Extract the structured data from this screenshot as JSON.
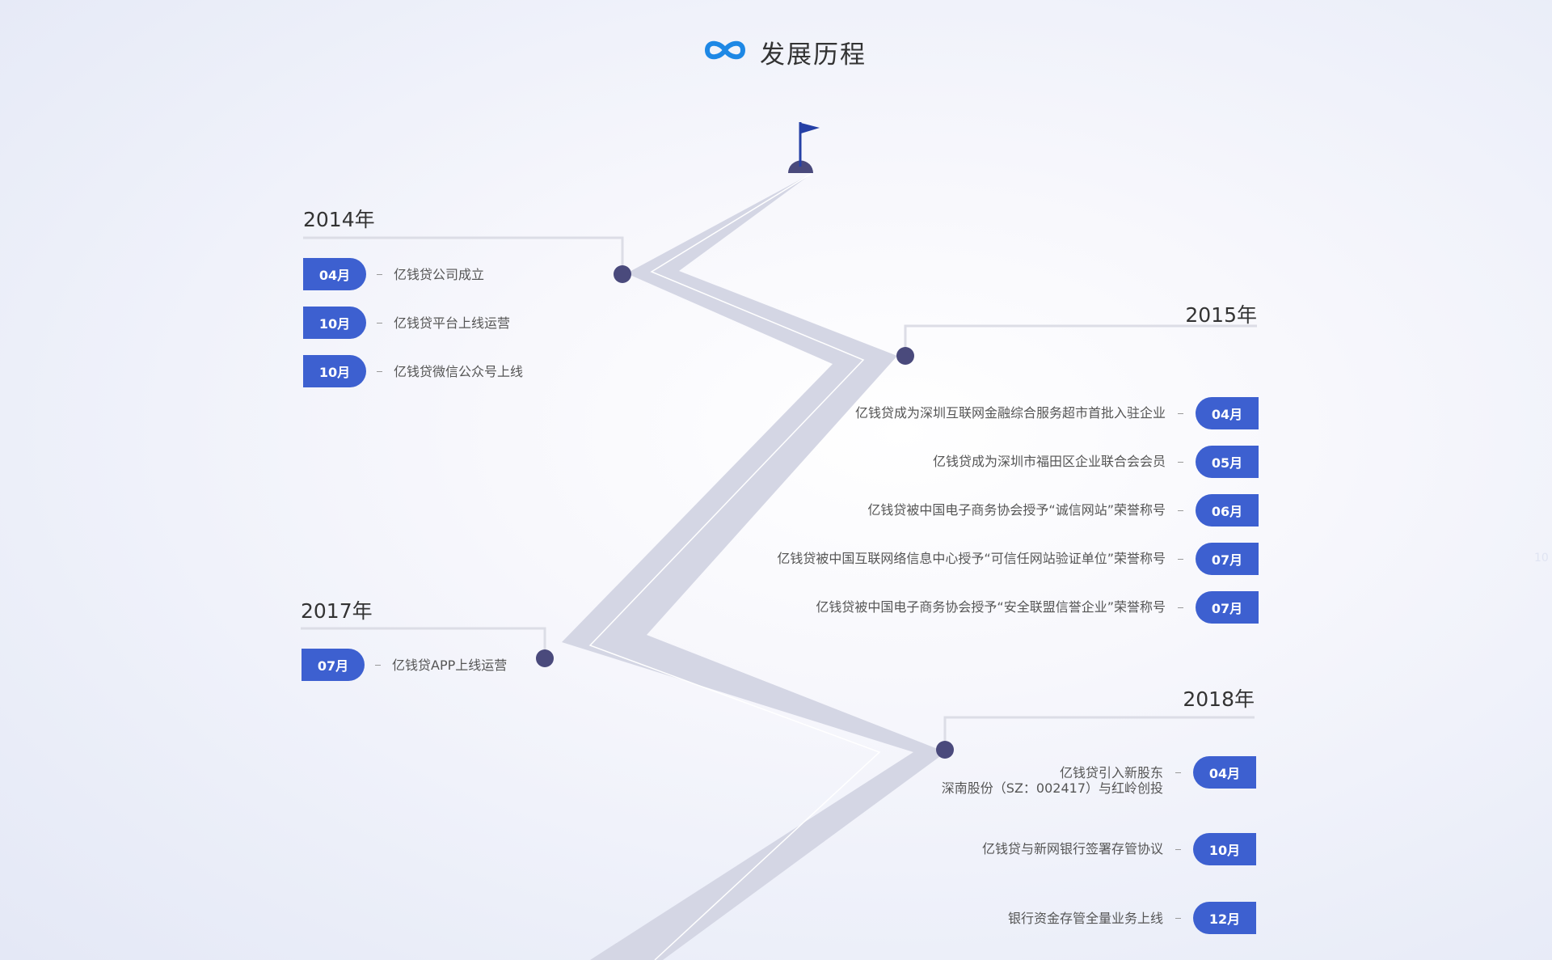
{
  "header": {
    "title": "发展历程",
    "logo_icon": "infinity-logo-icon",
    "accent_color": "#1e88e5"
  },
  "colors": {
    "badge": "#3d60d0",
    "road": "#d4d6e4",
    "node": "#4a4a7c",
    "flag": "#2540a6"
  },
  "timeline": [
    {
      "year": "2014年",
      "events": [
        {
          "month": "04月",
          "text": "亿钱贷公司成立"
        },
        {
          "month": "10月",
          "text": "亿钱贷平台上线运营"
        },
        {
          "month": "10月",
          "text": "亿钱贷微信公众号上线"
        }
      ]
    },
    {
      "year": "2015年",
      "events": [
        {
          "month": "04月",
          "text": "亿钱贷成为深圳互联网金融综合服务超市首批入驻企业"
        },
        {
          "month": "05月",
          "text": "亿钱贷成为深圳市福田区企业联合会会员"
        },
        {
          "month": "06月",
          "text": "亿钱贷被中国电子商务协会授予“诚信网站”荣誉称号"
        },
        {
          "month": "07月",
          "text": "亿钱贷被中国互联网络信息中心授予“可信任网站验证单位”荣誉称号"
        },
        {
          "month": "07月",
          "text": "亿钱贷被中国电子商务协会授予“安全联盟信誉企业”荣誉称号"
        }
      ]
    },
    {
      "year": "2017年",
      "events": [
        {
          "month": "07月",
          "text": "亿钱贷APP上线运营"
        }
      ]
    },
    {
      "year": "2018年",
      "events": [
        {
          "month": "04月",
          "text": "亿钱贷引入新股东",
          "text2": "深南股份（SZ：002417）与红岭创投"
        },
        {
          "month": "10月",
          "text": "亿钱贷与新网银行签署存管协议"
        },
        {
          "month": "12月",
          "text": "银行资金存管全量业务上线"
        }
      ]
    }
  ],
  "edge_hint": "10"
}
